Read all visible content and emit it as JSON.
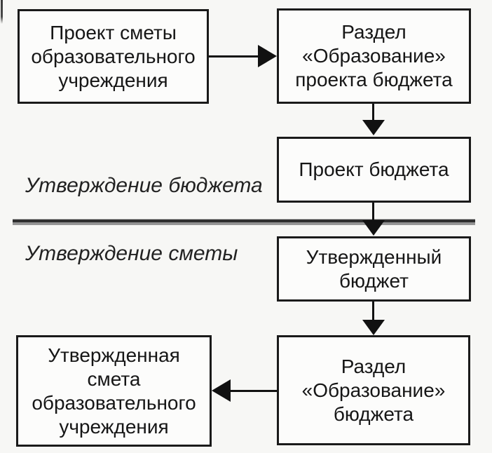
{
  "diagram": {
    "type": "flowchart",
    "language": "ru",
    "topic": "budget and estimate approval process",
    "nodes": [
      {
        "id": "draft-estimate",
        "text": "Проект сметы\nобразовательного\nучреждения"
      },
      {
        "id": "education-section-draft-budget",
        "text": "Раздел\n«Образование»\nпроекта бюджета"
      },
      {
        "id": "draft-budget",
        "text": "Проект бюджета"
      },
      {
        "id": "approved-budget",
        "text": "Утвержденный\nбюджет"
      },
      {
        "id": "education-section-budget",
        "text": "Раздел\n«Образование»\nбюджета"
      },
      {
        "id": "approved-estimate",
        "text": "Утвержденная\nсмета\nобразовательного\nучреждения"
      }
    ],
    "phase_labels": [
      {
        "id": "budget-approval",
        "text": "Утверждение бюджета"
      },
      {
        "id": "estimate-approval",
        "text": "Утверждение сметы"
      }
    ],
    "arrows": [
      {
        "from": "draft-estimate",
        "to": "education-section-draft-budget",
        "direction": "right"
      },
      {
        "from": "education-section-draft-budget",
        "to": "draft-budget",
        "direction": "down"
      },
      {
        "from": "draft-budget",
        "to": "approved-budget",
        "direction": "down"
      },
      {
        "from": "approved-budget",
        "to": "education-section-budget",
        "direction": "down"
      },
      {
        "from": "education-section-budget",
        "to": "approved-estimate",
        "direction": "left"
      }
    ],
    "colors": {
      "background": "#f7f7f5",
      "node_fill": "#fcfcfb",
      "node_border": "#1a1a1a",
      "text": "#161616",
      "arrow": "#111111",
      "divider_dark": "#2f2f2f",
      "divider_light": "#8e8e8e"
    }
  }
}
